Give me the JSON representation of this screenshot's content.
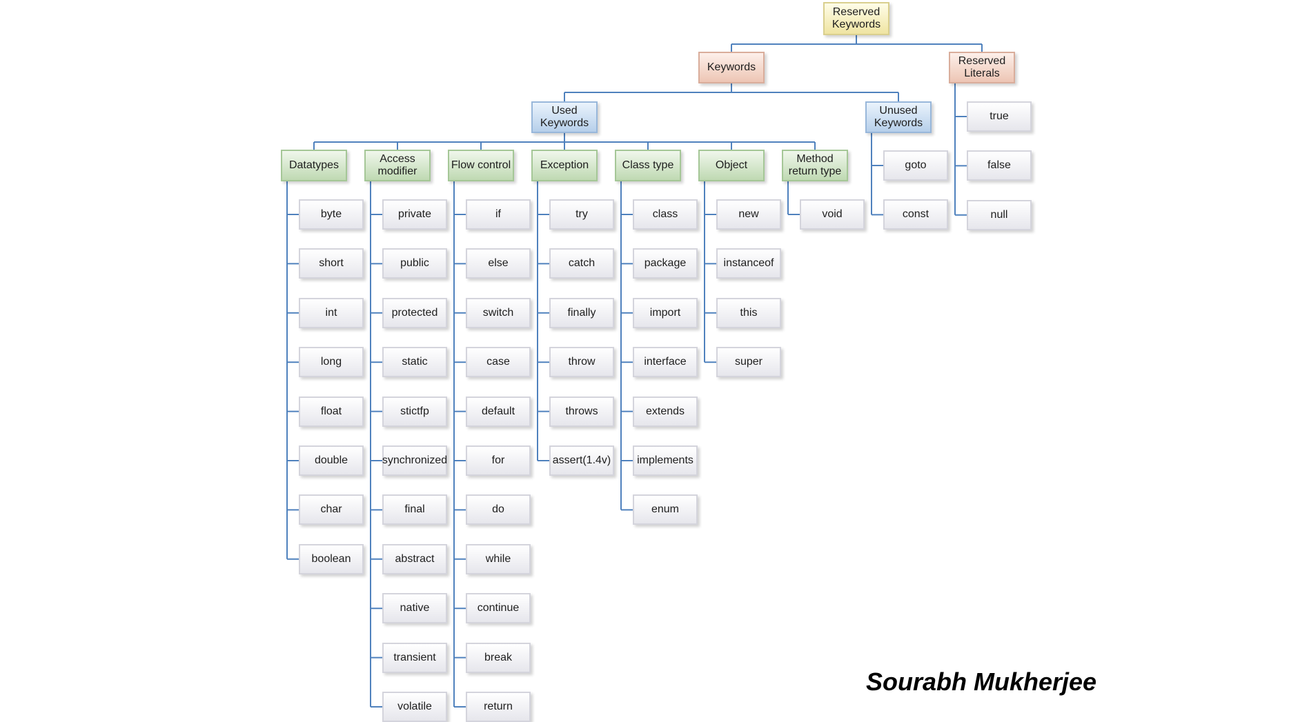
{
  "tree": {
    "label": "Reserved Keywords",
    "children": [
      {
        "label": "Keywords",
        "children": [
          {
            "label": "Used Keywords",
            "children": [
              {
                "label": "Datatypes",
                "items": [
                  "byte",
                  "short",
                  "int",
                  "long",
                  "float",
                  "double",
                  "char",
                  "boolean"
                ]
              },
              {
                "label": "Access modifier",
                "items": [
                  "private",
                  "public",
                  "protected",
                  "static",
                  "stictfp",
                  "synchronized",
                  "final",
                  "abstract",
                  "native",
                  "transient",
                  "volatile"
                ]
              },
              {
                "label": "Flow control",
                "items": [
                  "if",
                  "else",
                  "switch",
                  "case",
                  "default",
                  "for",
                  "do",
                  "while",
                  "continue",
                  "break",
                  "return"
                ]
              },
              {
                "label": "Exception",
                "items": [
                  "try",
                  "catch",
                  "finally",
                  "throw",
                  "throws",
                  "assert(1.4v)"
                ]
              },
              {
                "label": "Class type",
                "items": [
                  "class",
                  "package",
                  "import",
                  "interface",
                  "extends",
                  "implements",
                  "enum"
                ]
              },
              {
                "label": "Object",
                "items": [
                  "new",
                  "instanceof",
                  "this",
                  "super"
                ]
              },
              {
                "label": "Method return type",
                "items": [
                  "void"
                ]
              }
            ]
          },
          {
            "label": "Unused Keywords",
            "items": [
              "goto",
              "const"
            ]
          }
        ]
      },
      {
        "label": "Reserved Literals",
        "items": [
          "true",
          "false",
          "null"
        ]
      }
    ]
  },
  "author": "Sourabh Mukherjee",
  "colors": {
    "connector": "#4f81bd",
    "root": "#f3ebb7",
    "keywords": "#f2d3c6",
    "used": "#c9dcf0",
    "category": "#d2e5c8",
    "leaf": "#ededf1"
  }
}
